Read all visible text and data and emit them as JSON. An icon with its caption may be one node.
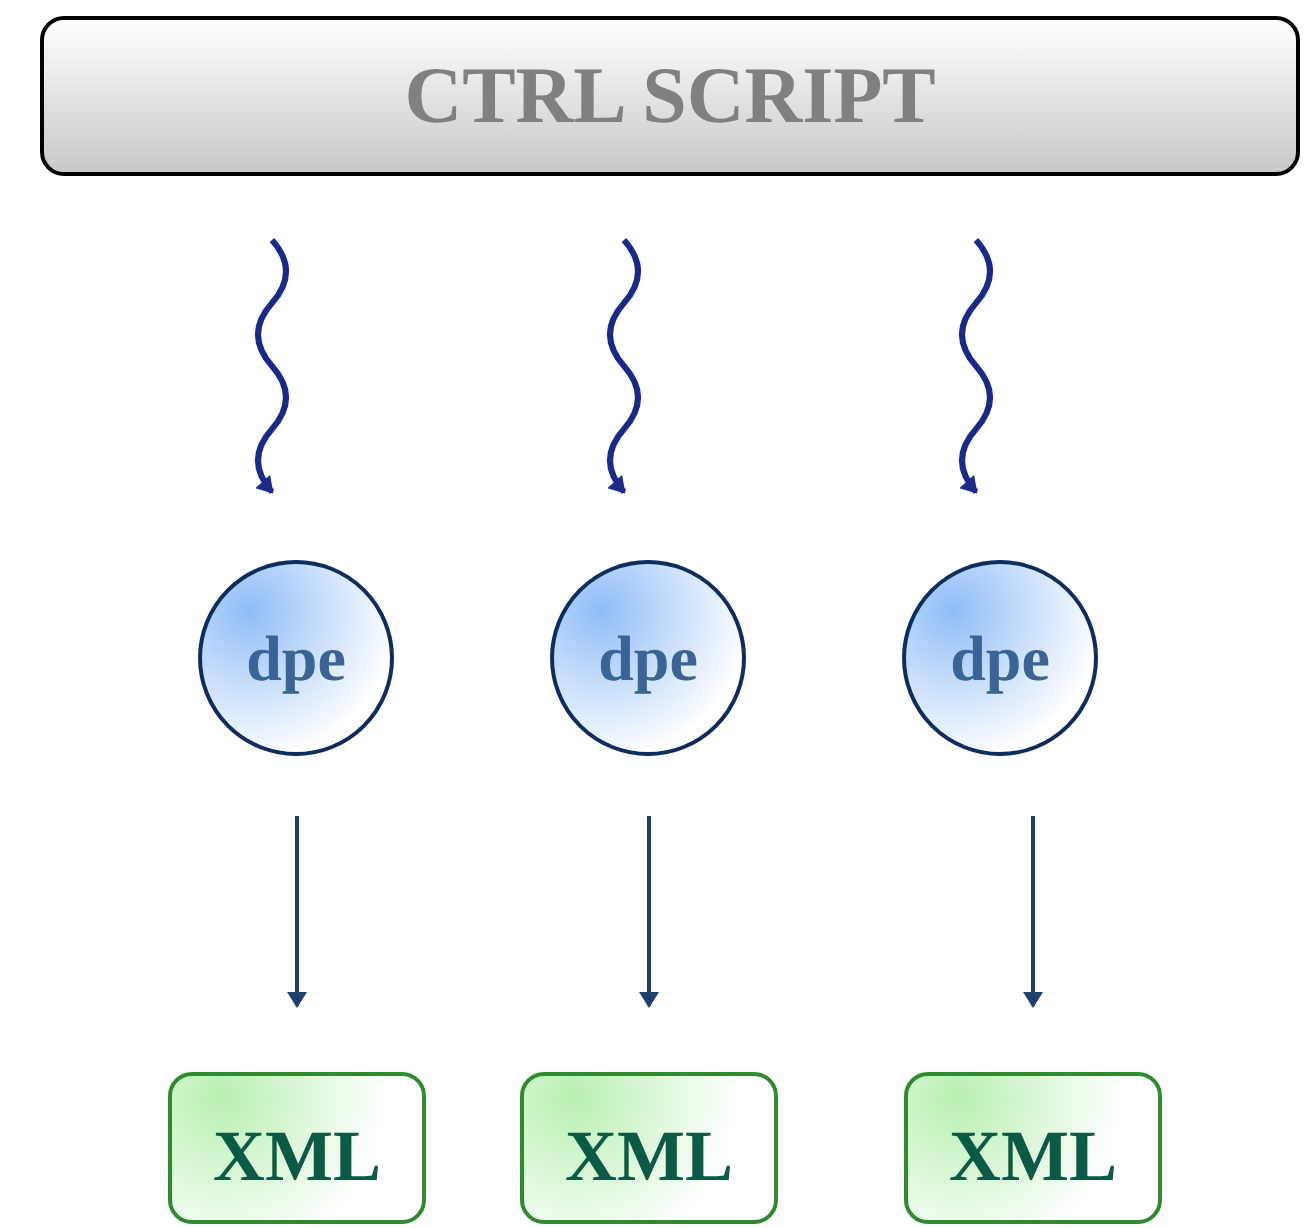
{
  "diagram": {
    "nodes": [
      {
        "text": [
          "CTRL SCRIPT"
        ]
      },
      {
        "text": [
          "dpe"
        ]
      },
      {
        "text": [
          "dpe"
        ]
      },
      {
        "text": [
          "dpe"
        ]
      },
      {
        "text": [
          "XML"
        ]
      },
      {
        "text": [
          "XML"
        ]
      },
      {
        "text": [
          "XML"
        ]
      }
    ],
    "edges": [
      {
        "from": 0,
        "to": 1,
        "arrow": "to"
      },
      {
        "from": 0,
        "to": 2,
        "arrow": "to"
      },
      {
        "from": 0,
        "to": 3,
        "arrow": "to"
      },
      {
        "from": 1,
        "to": 4,
        "arrow": "to"
      },
      {
        "from": 2,
        "to": 5,
        "arrow": "to"
      },
      {
        "from": 3,
        "to": 6,
        "arrow": "to"
      }
    ]
  }
}
